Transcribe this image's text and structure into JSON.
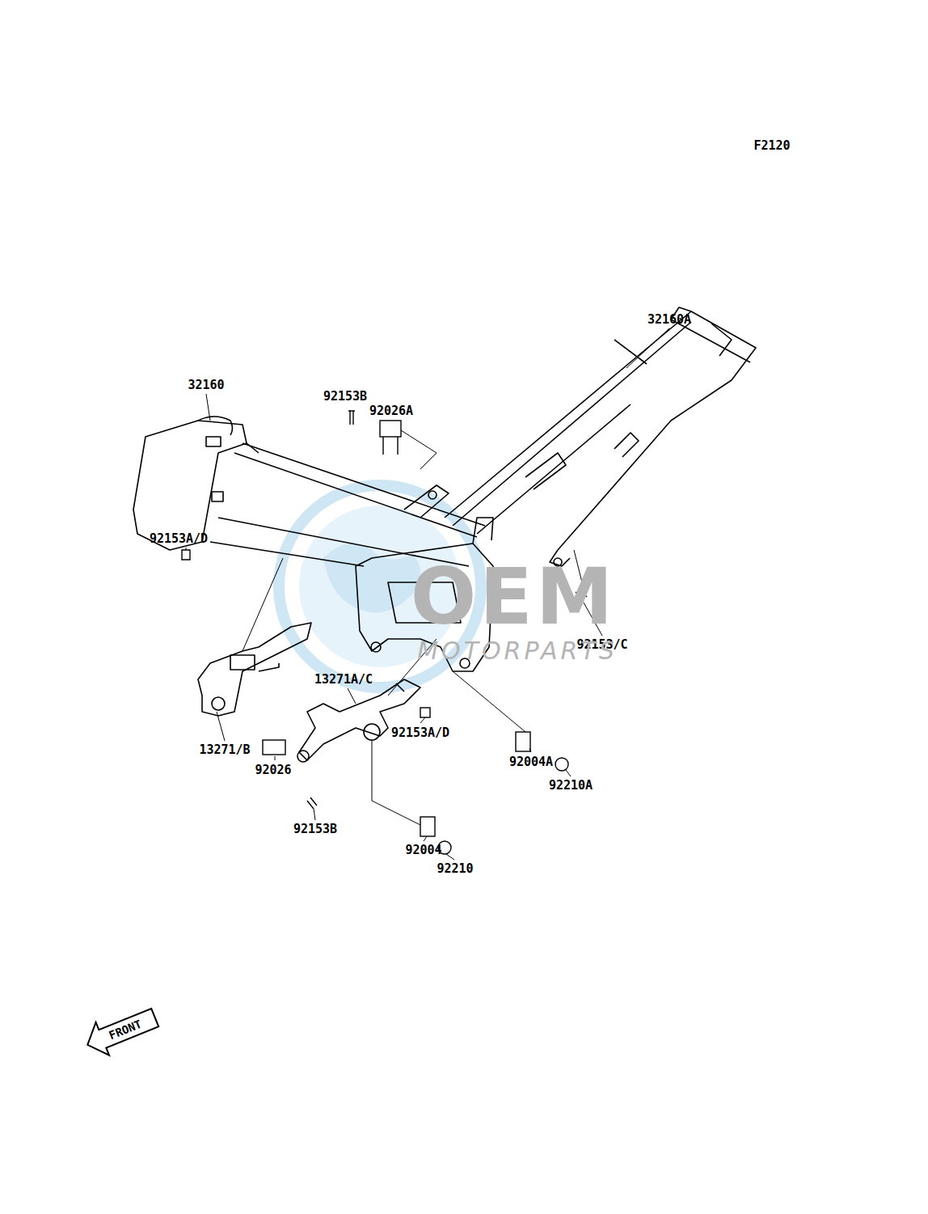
{
  "diagram": {
    "labels": [
      "F2120",
      "32160A",
      "32160",
      "92153B",
      "92026A",
      "92153A/D",
      "92153/C",
      "13271A/C",
      "13271/B",
      "92153A/D",
      "92004A",
      "92210A",
      "92026",
      "92153B",
      "92004",
      "92210",
      "FRONT",
      "OEM",
      "MOTORPARTS"
    ]
  }
}
